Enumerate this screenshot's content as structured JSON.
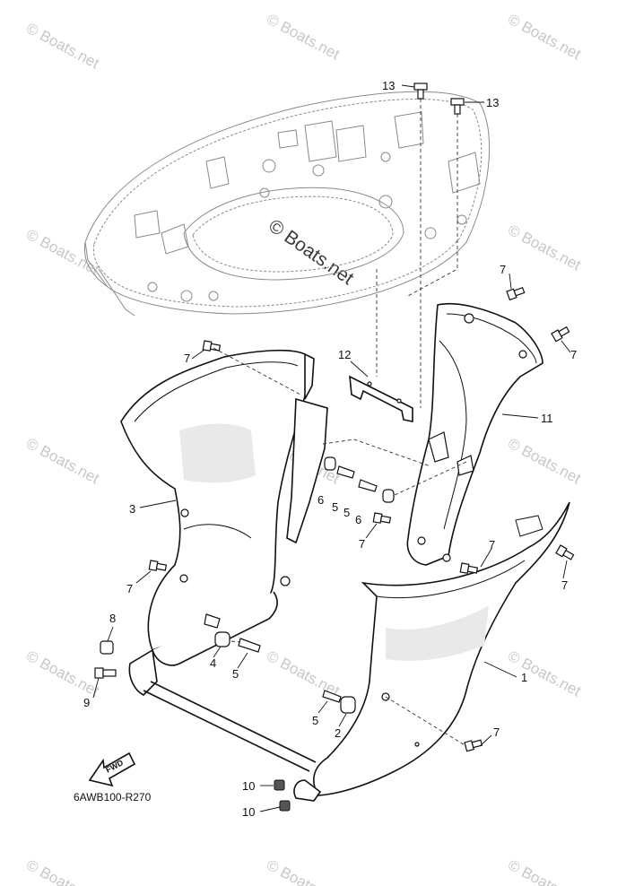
{
  "watermark": {
    "text": "© Boats.net"
  },
  "diagram_code": "6AWB100-R270",
  "fwd_label": "FWD",
  "callouts": {
    "c1": "1",
    "c2": "2",
    "c3": "3",
    "c4": "4",
    "c5a": "5",
    "c5b": "5",
    "c5c": "5",
    "c6a": "6",
    "c6b": "6",
    "c7a": "7",
    "c7b": "7",
    "c7c": "7",
    "c7d": "7",
    "c7e": "7",
    "c7f": "7",
    "c7g": "7",
    "c8": "8",
    "c9": "9",
    "c10a": "10",
    "c10b": "10",
    "c11": "11",
    "c12": "12",
    "c13a": "13",
    "c13b": "13"
  }
}
